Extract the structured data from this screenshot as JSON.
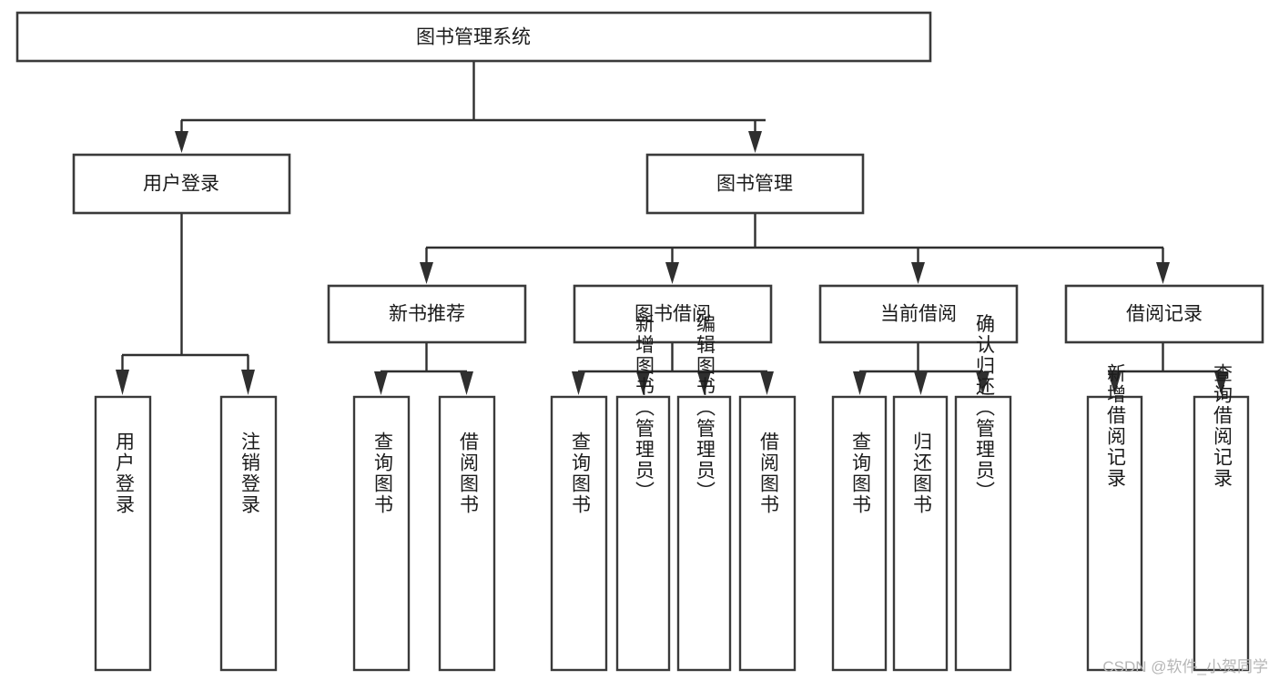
{
  "diagram": {
    "type": "tree-hierarchy-flowchart",
    "title": "图书管理系统",
    "watermark": "CSDN @软件_小贺同学",
    "colors": {
      "background": "#ffffff",
      "stroke": "#3a3a3a",
      "connector": "#2f2f2f",
      "text": "#1b1b1b",
      "watermark": "#b6b6b6"
    },
    "levels": {
      "root": {
        "label": "图书管理系统",
        "orientation": "horizontal"
      },
      "level2": [
        {
          "label": "用户登录",
          "orientation": "horizontal"
        },
        {
          "label": "图书管理",
          "orientation": "horizontal"
        }
      ],
      "level3": [
        {
          "label": "新书推荐",
          "orientation": "horizontal"
        },
        {
          "label": "图书借阅",
          "orientation": "horizontal"
        },
        {
          "label": "当前借阅",
          "orientation": "horizontal"
        },
        {
          "label": "借阅记录",
          "orientation": "horizontal"
        }
      ],
      "leaves": {
        "user_login": [
          {
            "label": "用户登录",
            "orientation": "vertical"
          },
          {
            "label": "注销登录",
            "orientation": "vertical"
          }
        ],
        "new_book_recommend": [
          {
            "label": "查询图书",
            "orientation": "vertical"
          },
          {
            "label": "借阅图书",
            "orientation": "vertical"
          }
        ],
        "book_borrow": [
          {
            "label": "查询图书",
            "orientation": "vertical"
          },
          {
            "label": "新增图书（管理员）",
            "orientation": "vertical"
          },
          {
            "label": "编辑图书（管理员）",
            "orientation": "vertical"
          },
          {
            "label": "借阅图书",
            "orientation": "vertical"
          }
        ],
        "current_borrow": [
          {
            "label": "查询图书",
            "orientation": "vertical"
          },
          {
            "label": "归还图书",
            "orientation": "vertical"
          },
          {
            "label": "确认归还（管理员）",
            "orientation": "vertical"
          }
        ],
        "borrow_record": [
          {
            "label": "新增借阅记录",
            "orientation": "vertical"
          },
          {
            "label": "查询借阅记录",
            "orientation": "vertical"
          }
        ]
      }
    }
  }
}
